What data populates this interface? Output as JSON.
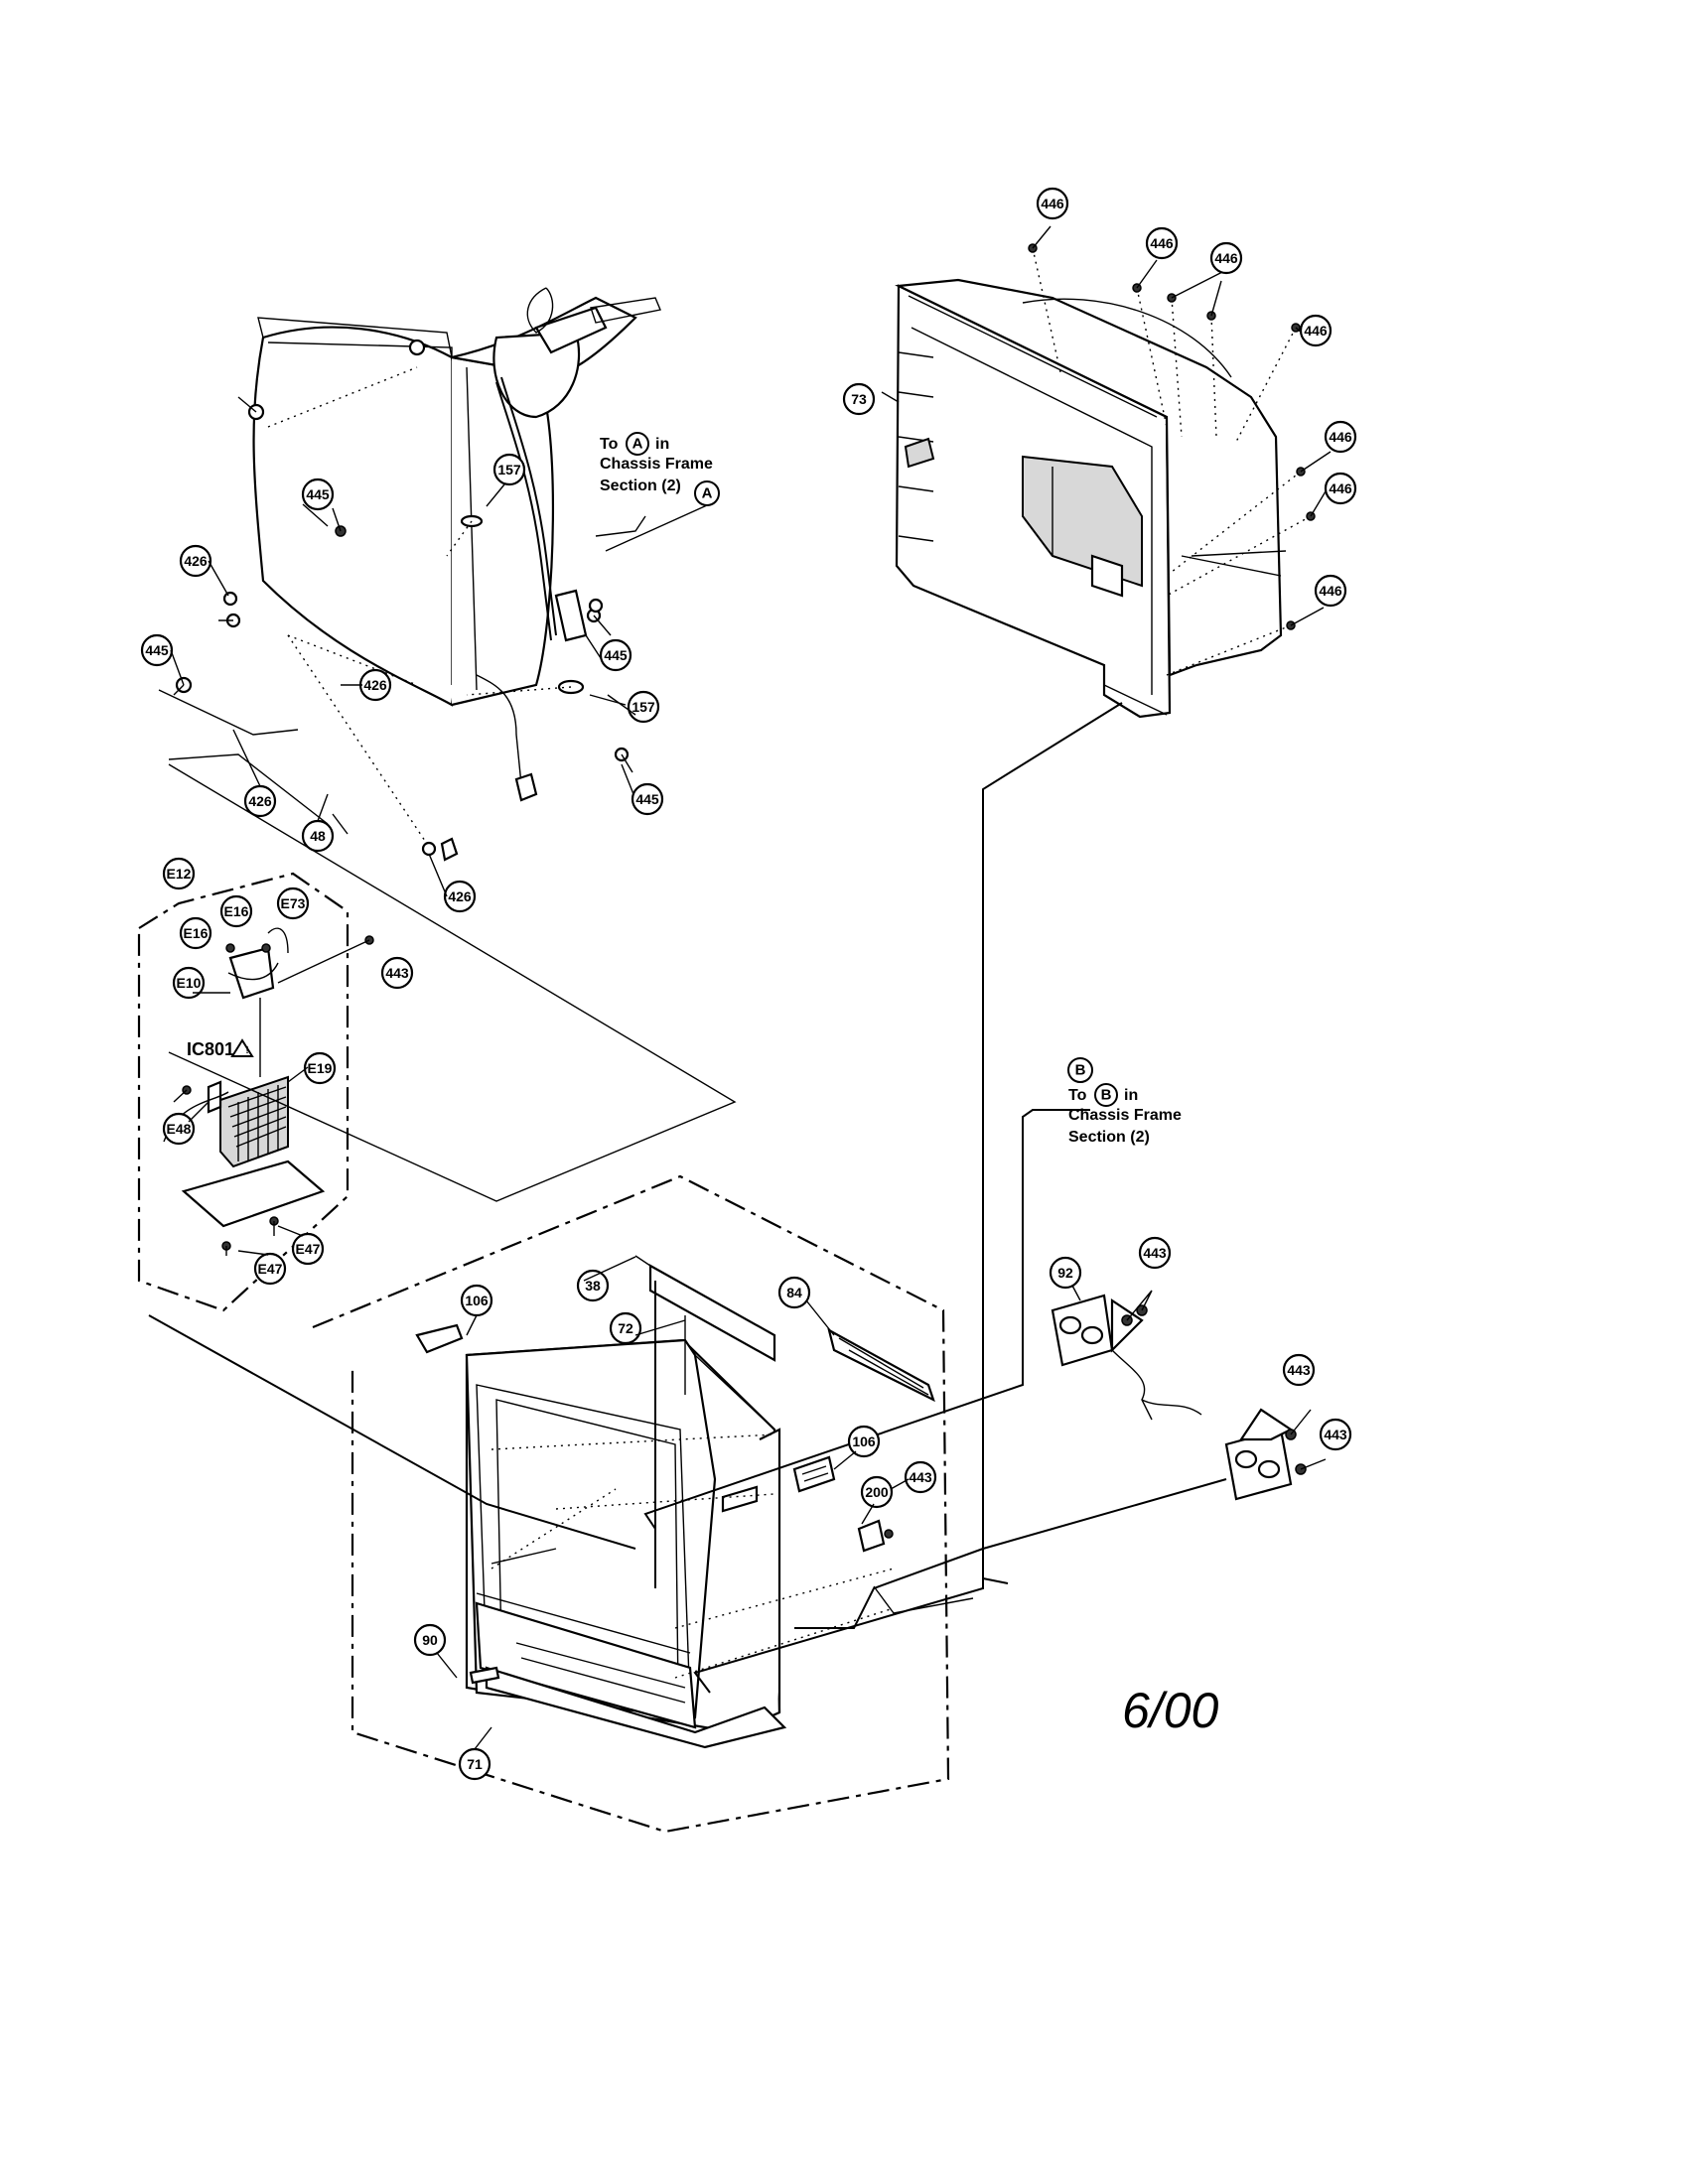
{
  "notes": {
    "a_line1": "To",
    "a_ref": "A",
    "a_line1_suffix": "in",
    "a_line2": "Chassis Frame",
    "a_line3": "Section (2)",
    "a_marker": "A",
    "b_marker": "B",
    "b_line1": "To",
    "b_ref": "B",
    "b_line1_suffix": "in",
    "b_line2": "Chassis Frame",
    "b_line3": "Section (2)"
  },
  "ic_label": "IC801",
  "warning_icon": "warning-triangle-icon",
  "date_mark": "6/00",
  "callouts": {
    "c446_1": "446",
    "c446_2": "446",
    "c446_3": "446",
    "c446_4": "446",
    "c446_5": "446",
    "c446_6": "446",
    "c446_7": "446",
    "c73": "73",
    "c445_1": "445",
    "c445_2": "445",
    "c445_3": "445",
    "c445_4": "445",
    "c426_1": "426",
    "c426_2": "426",
    "c426_3": "426",
    "c426_4": "426",
    "c157_1": "157",
    "c157_2": "157",
    "c48": "48",
    "cE12": "E12",
    "cE16a": "E16",
    "cE16b": "E16",
    "cE73": "E73",
    "cE10": "E10",
    "cE19": "E19",
    "cE48": "E48",
    "cE47a": "E47",
    "cE47b": "E47",
    "c443_1": "443",
    "c443_2": "443",
    "c443_3": "443",
    "c443_4": "443",
    "c443_5": "443",
    "c38": "38",
    "c72": "72",
    "c84": "84",
    "c106_1": "106",
    "c106_2": "106",
    "c200": "200",
    "c90": "90",
    "c71": "71",
    "c92": "92"
  }
}
